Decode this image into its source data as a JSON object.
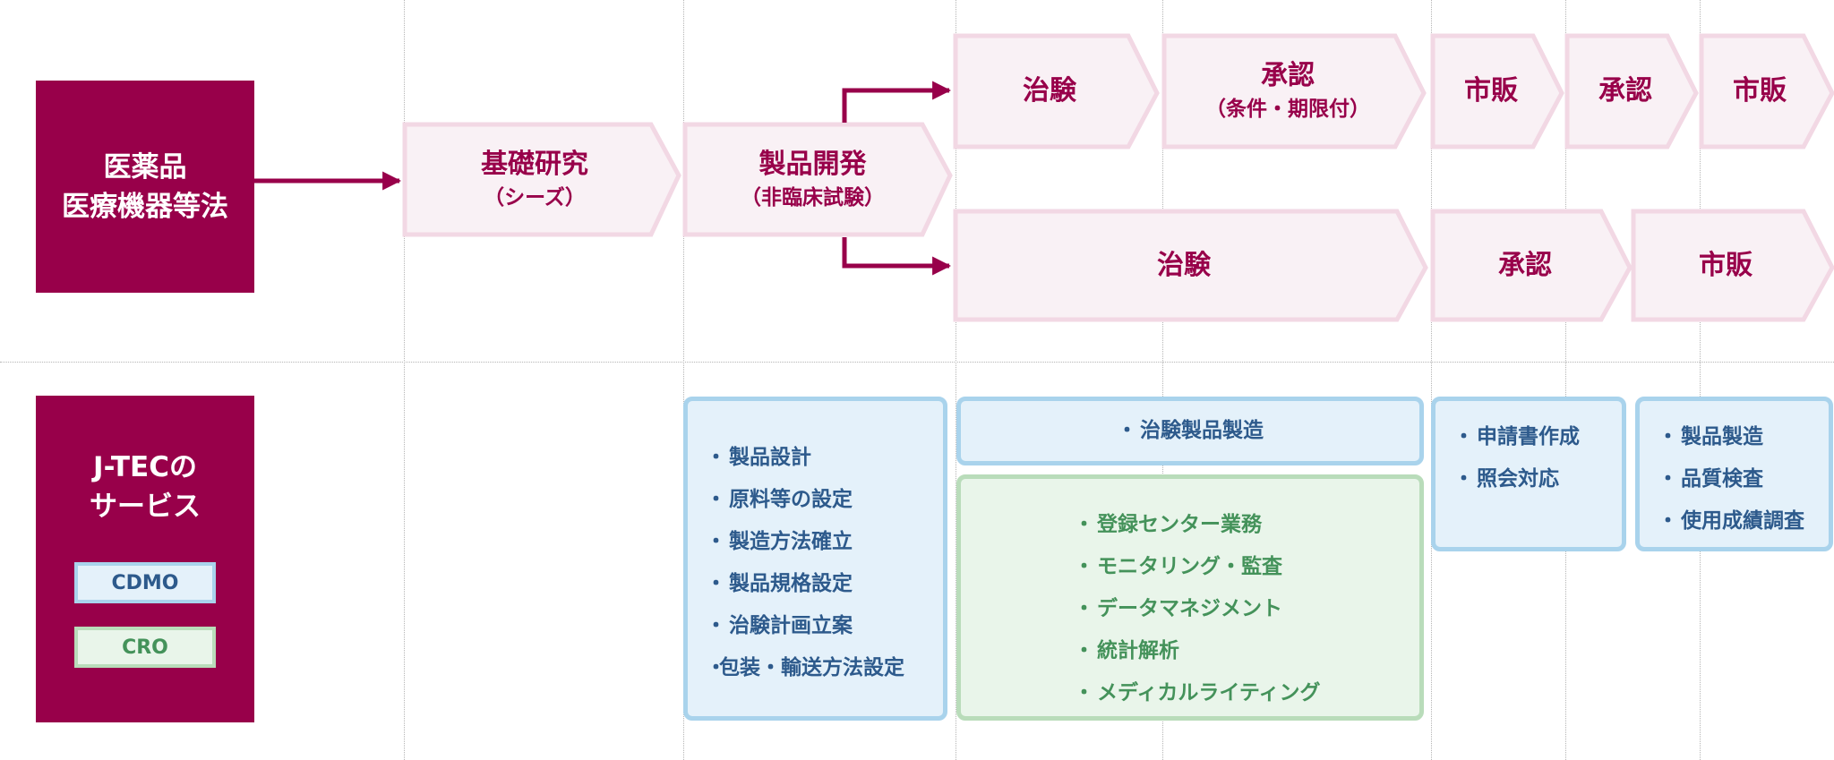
{
  "law_box": {
    "line1": "医薬品",
    "line2": "医療機器等法"
  },
  "service_box": {
    "line1": "J-TECの",
    "line2": "サービス"
  },
  "legend": {
    "cdmo": "CDMO",
    "cro": "CRO"
  },
  "flow": {
    "basic_research": {
      "main": "基礎研究",
      "sub": "（シーズ）"
    },
    "product_dev": {
      "main": "製品開発",
      "sub": "（非臨床試験）"
    },
    "upper": [
      {
        "main": "治験"
      },
      {
        "main": "承認",
        "sub": "（条件・期限付）"
      },
      {
        "main": "市販"
      },
      {
        "main": "承認"
      },
      {
        "main": "市販"
      }
    ],
    "lower": [
      {
        "main": "治験"
      },
      {
        "main": "承認"
      },
      {
        "main": "市販"
      }
    ]
  },
  "services": {
    "product_dev": [
      "製品設計",
      "原料等の設定",
      "製造方法確立",
      "製品規格設定",
      "治験計画立案",
      "包装・輸送方法設定"
    ],
    "trial_cdmo": [
      "治験製品製造"
    ],
    "trial_cro": [
      "登録センター業務",
      "モニタリング・監査",
      "データマネジメント",
      "統計解析",
      "メディカルライティング"
    ],
    "approval": [
      "申請書作成",
      "照会対応"
    ],
    "market": [
      "製品製造",
      "品質検査",
      "使用成績調査"
    ]
  },
  "bullet": "・",
  "colors": {
    "brand": "#98004a",
    "arrow_fill": "#f9f1f5",
    "arrow_border": "#f2d8e4",
    "cdmo_fill": "#e4f1fa",
    "cdmo_border": "#a9d3ec",
    "cdmo_text": "#2d5a8c",
    "cro_fill": "#e9f5ea",
    "cro_border": "#b9dcba",
    "cro_text": "#44925a"
  }
}
